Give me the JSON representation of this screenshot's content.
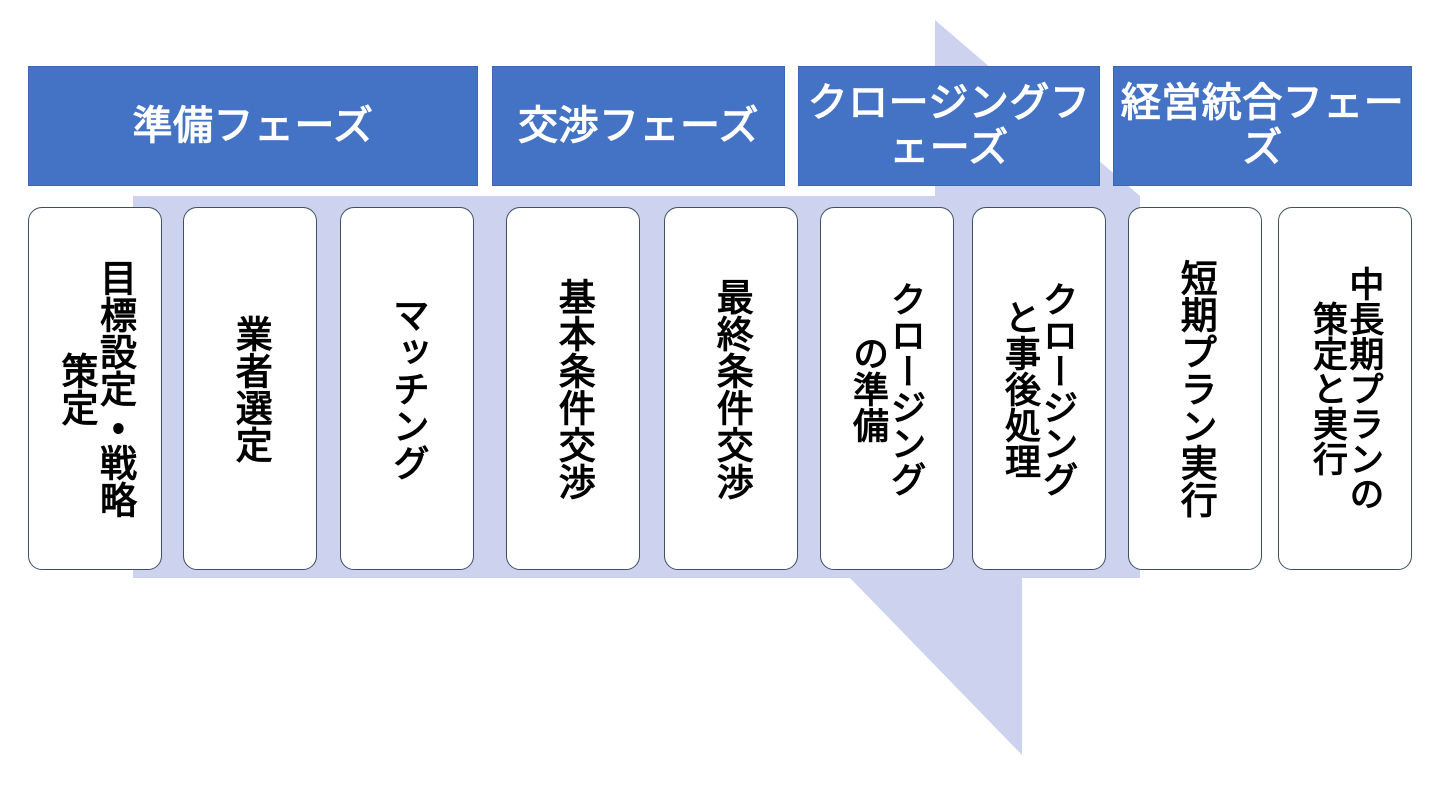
{
  "diagram": {
    "title": "M&Aプロセス フェーズ図",
    "colors": {
      "phase_header_fill": "#4472C4",
      "phase_header_text": "#FFFFFF",
      "arrow_fill": "#CDD3EE",
      "card_fill": "#FFFFFF",
      "card_border": "#3E5063",
      "card_text": "#000000",
      "background": "#FFFFFF"
    },
    "phases": [
      {
        "label": "準備フェーズ"
      },
      {
        "label": "交渉フェーズ"
      },
      {
        "label": "クロージングフェーズ"
      },
      {
        "label": "経営統合フェーズ"
      }
    ],
    "steps": [
      {
        "label": "目標設定・戦略策定"
      },
      {
        "label": "業者選定"
      },
      {
        "label": "マッチング"
      },
      {
        "label": "基本条件交渉"
      },
      {
        "label": "最終条件交渉"
      },
      {
        "label": "クロージングの準備"
      },
      {
        "label": "クロージングと事後処理"
      },
      {
        "label": "短期プラン実行"
      },
      {
        "label": "中長期プランの策定と実行"
      }
    ],
    "arrow": {
      "name": "process-flow-arrow",
      "direction": "down-right"
    }
  }
}
